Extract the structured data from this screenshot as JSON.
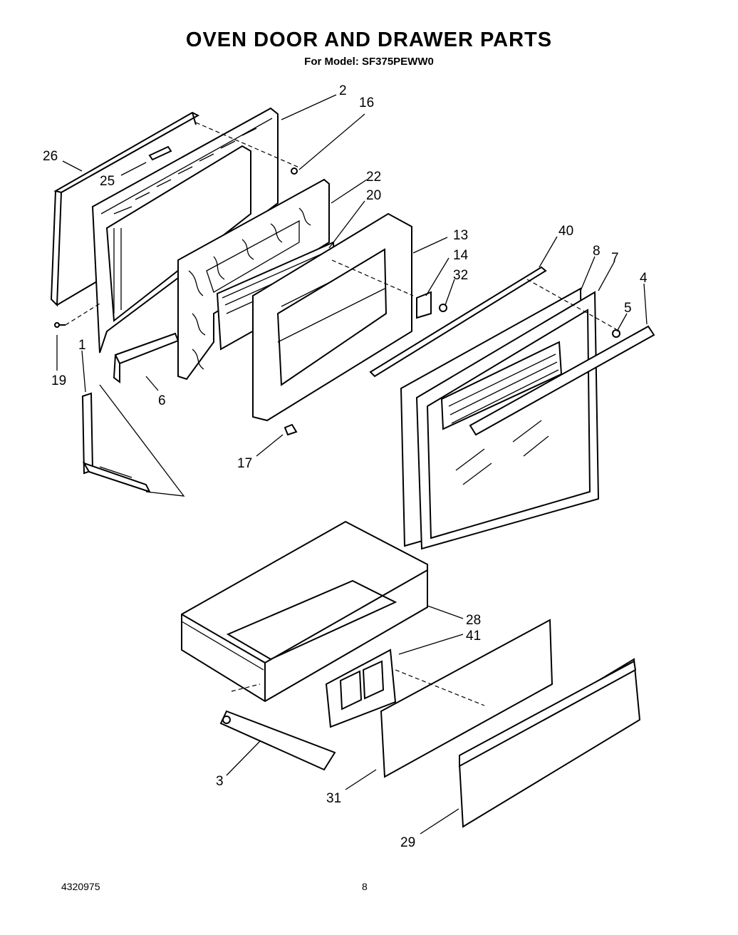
{
  "header": {
    "title": "OVEN DOOR AND DRAWER PARTS",
    "subtitle": "For Model: SF375PEWW0"
  },
  "footer": {
    "doc_number": "4320975",
    "page_number": "8"
  },
  "callouts": {
    "c1": "1",
    "c2": "2",
    "c3": "3",
    "c4": "4",
    "c5": "5",
    "c6": "6",
    "c7": "7",
    "c8": "8",
    "c13": "13",
    "c14": "14",
    "c16": "16",
    "c17": "17",
    "c19": "19",
    "c20": "20",
    "c22": "22",
    "c25": "25",
    "c26": "26",
    "c28": "28",
    "c29": "29",
    "c31": "31",
    "c32": "32",
    "c40": "40",
    "c41": "41"
  }
}
